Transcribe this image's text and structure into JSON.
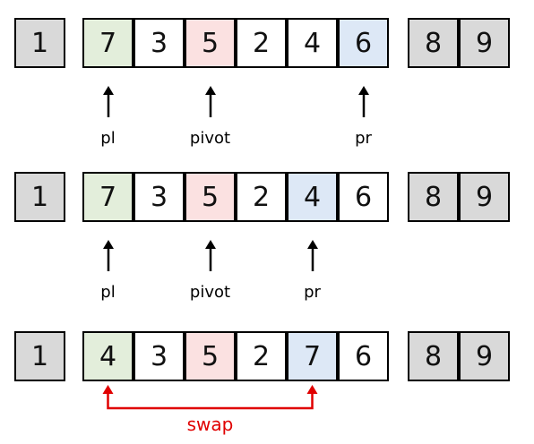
{
  "steps": [
    {
      "left_sorted": [
        "1"
      ],
      "cells": [
        {
          "value": "7",
          "role": "pl"
        },
        {
          "value": "3",
          "role": "plain"
        },
        {
          "value": "5",
          "role": "pivot"
        },
        {
          "value": "2",
          "role": "plain"
        },
        {
          "value": "4",
          "role": "plain"
        },
        {
          "value": "6",
          "role": "pr"
        }
      ],
      "right_sorted": [
        "8",
        "9"
      ],
      "pointers": [
        {
          "label": "pl",
          "index": 0
        },
        {
          "label": "pivot",
          "index": 2
        },
        {
          "label": "pr",
          "index": 5
        }
      ]
    },
    {
      "left_sorted": [
        "1"
      ],
      "cells": [
        {
          "value": "7",
          "role": "pl"
        },
        {
          "value": "3",
          "role": "plain"
        },
        {
          "value": "5",
          "role": "pivot"
        },
        {
          "value": "2",
          "role": "plain"
        },
        {
          "value": "4",
          "role": "pr"
        },
        {
          "value": "6",
          "role": "plain"
        }
      ],
      "right_sorted": [
        "8",
        "9"
      ],
      "pointers": [
        {
          "label": "pl",
          "index": 0
        },
        {
          "label": "pivot",
          "index": 2
        },
        {
          "label": "pr",
          "index": 4
        }
      ]
    },
    {
      "left_sorted": [
        "1"
      ],
      "cells": [
        {
          "value": "4",
          "role": "pl"
        },
        {
          "value": "3",
          "role": "plain"
        },
        {
          "value": "5",
          "role": "pivot"
        },
        {
          "value": "2",
          "role": "plain"
        },
        {
          "value": "7",
          "role": "pr"
        },
        {
          "value": "6",
          "role": "plain"
        }
      ],
      "right_sorted": [
        "8",
        "9"
      ],
      "pointers": []
    }
  ],
  "swap": {
    "label": "swap",
    "from_index": 0,
    "to_index": 4,
    "color": "#e00000"
  },
  "colors": {
    "sorted": "#d9d9d9",
    "pl": "#e3eedb",
    "pivot": "#fbe1e1",
    "pr": "#dde8f6"
  }
}
